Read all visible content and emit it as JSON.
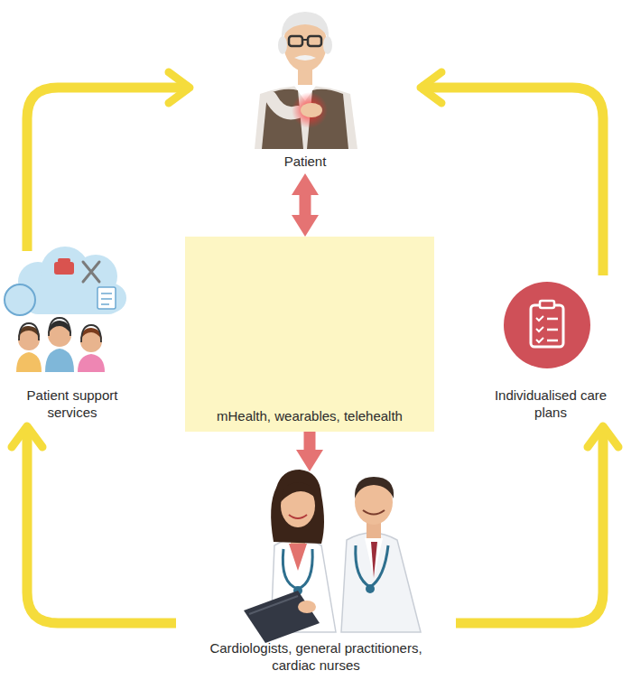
{
  "diagram": {
    "nodes": [
      {
        "text": [
          "Patient"
        ]
      },
      {
        "text": [
          "mHealth, wearables, telehealth"
        ]
      },
      {
        "text": [
          "Cardiologists, general practitioners, cardiac nurses"
        ]
      },
      {
        "text": [
          "Patient support services"
        ]
      },
      {
        "text": [
          "Individualised care plans"
        ]
      }
    ],
    "edges": [
      {
        "from": 0,
        "to": 1,
        "arrow": "both"
      },
      {
        "from": 1,
        "to": 2,
        "arrow": "to"
      },
      {
        "from": 2,
        "to": 3,
        "arrow": "to"
      },
      {
        "from": 3,
        "to": 0,
        "arrow": "to"
      },
      {
        "from": 2,
        "to": 4,
        "arrow": "to"
      },
      {
        "from": 4,
        "to": 0,
        "arrow": "to"
      }
    ]
  }
}
